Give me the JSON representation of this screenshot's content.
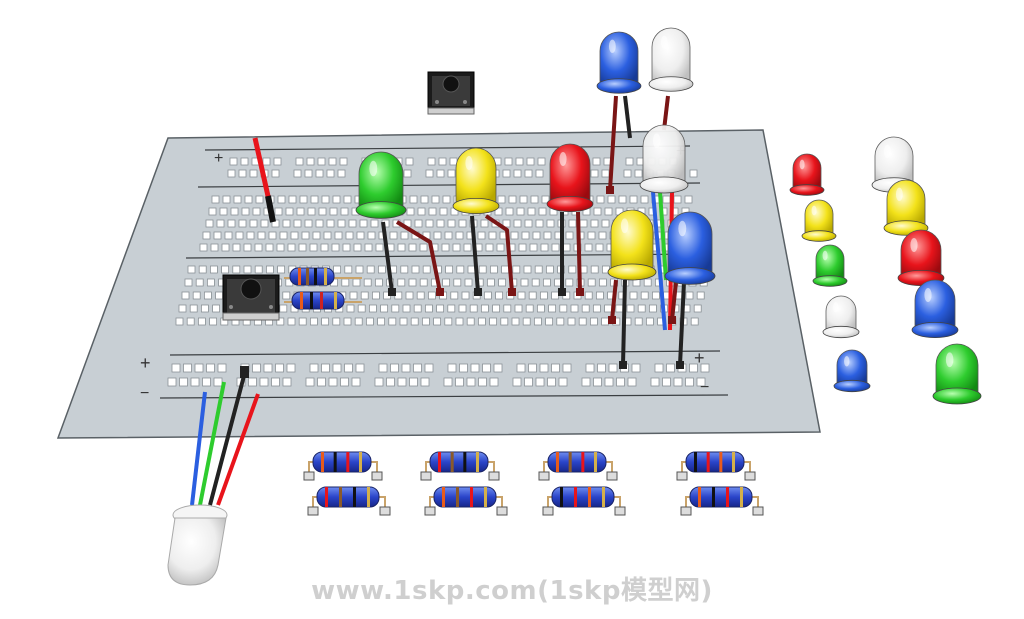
{
  "scene": {
    "components": {
      "breadboard": "breadboard",
      "push_buttons": 2,
      "leds_on_board": [
        "green",
        "yellow",
        "red",
        "white",
        "yellow",
        "blue",
        "blue",
        "white"
      ],
      "loose_leds": [
        "red",
        "white",
        "yellow",
        "yellow",
        "green",
        "red",
        "white",
        "blue",
        "blue",
        "green"
      ],
      "loose_resistors": 8,
      "rgb_led": "white"
    },
    "colors": {
      "board": "#c7ced3",
      "red": "#e8141b",
      "green": "#2ecc2e",
      "yellow": "#f3e21a",
      "blue": "#2b5fe0",
      "white": "#f2f2f2"
    },
    "rail_symbols": {
      "plus": "+",
      "minus": "−"
    }
  },
  "watermark": "www.1skp.com(1skp模型网)"
}
